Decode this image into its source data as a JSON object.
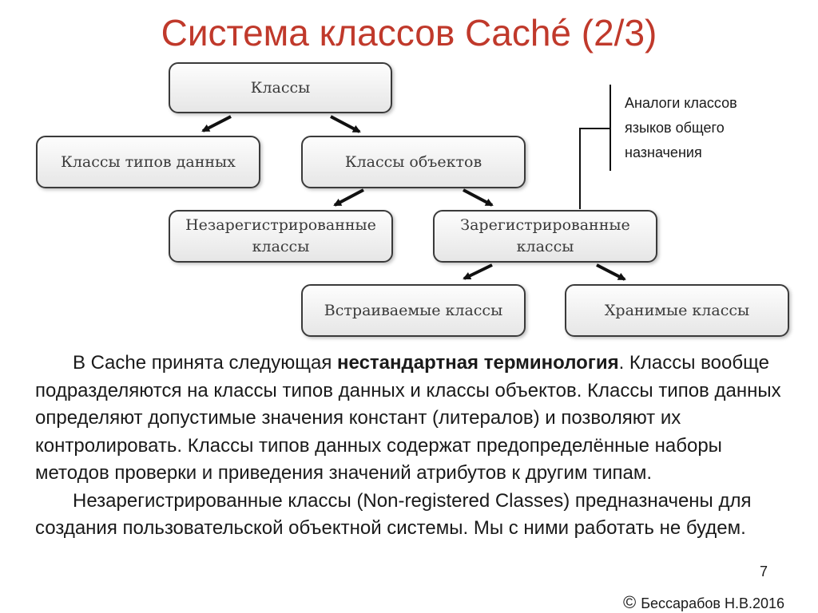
{
  "slide": {
    "title": "Система классов Caché (2/3)",
    "page_number": "7",
    "copyright_symbol": "©",
    "author": "Бессарабов Н.В.2016"
  },
  "diagram": {
    "nodes": {
      "classes": "Классы",
      "datatype_classes": "Классы типов данных",
      "object_classes": "Классы объектов",
      "unregistered_classes": "Незарегистрированные\nклассы",
      "registered_classes": "Зарегистрированные\nклассы",
      "embedded_classes": "Встраиваемые классы",
      "persistent_classes": "Хранимые классы"
    },
    "annotation": "Аналоги классов языков общего назначения",
    "annotation_lines": [
      "Аналоги классов",
      "языков общего",
      "назначения"
    ]
  },
  "text": {
    "p1_before": "В Cache принята следующая ",
    "p1_bold": "нестандартная терминология",
    "p1_after": ". Классы вообще подразделяются на классы типов данных и классы объектов. Классы типов данных определяют допустимые значения констант (литералов) и позволяют их контролировать. Классы типов данных содержат предопределённые наборы методов проверки и приведения значений атрибутов к другим типам.",
    "p2": "Незарегистрированные классы (Non-registered Classes) предназначены для создания пользовательской объектной системы. Мы с ними работать не будем."
  }
}
